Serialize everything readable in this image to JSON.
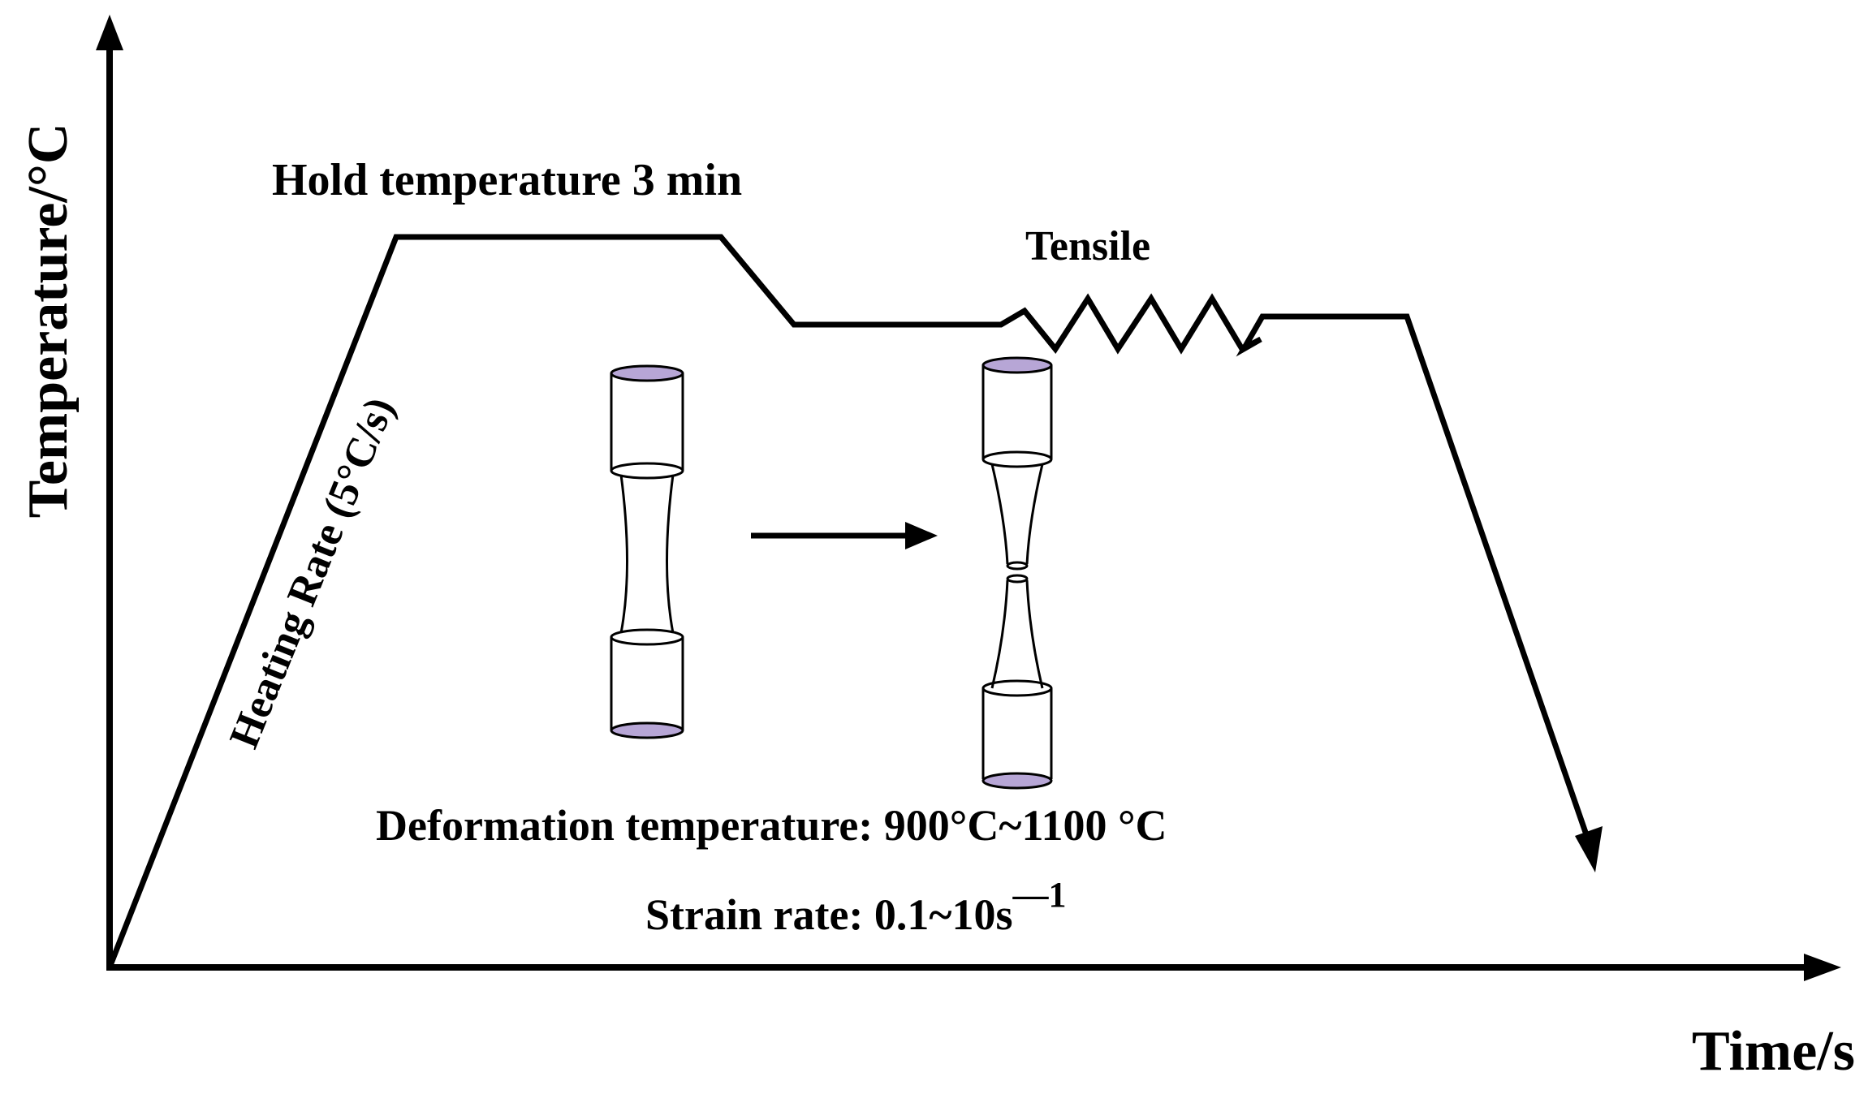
{
  "axes": {
    "y_label": "Temperature/°C",
    "x_label": "Time/s"
  },
  "labels": {
    "hold": "Hold temperature 3 min",
    "tensile": "Tensile",
    "heating_rate": "Heating Rate (5°C/s)",
    "deformation_temperature": "Deformation temperature: 900°C~1100 °C",
    "strain_rate_prefix": "Strain rate: 0.1~10s",
    "strain_rate_exponent": "—1"
  },
  "colors": {
    "line": "#000000",
    "specimen_end": "#b7a6d6"
  }
}
